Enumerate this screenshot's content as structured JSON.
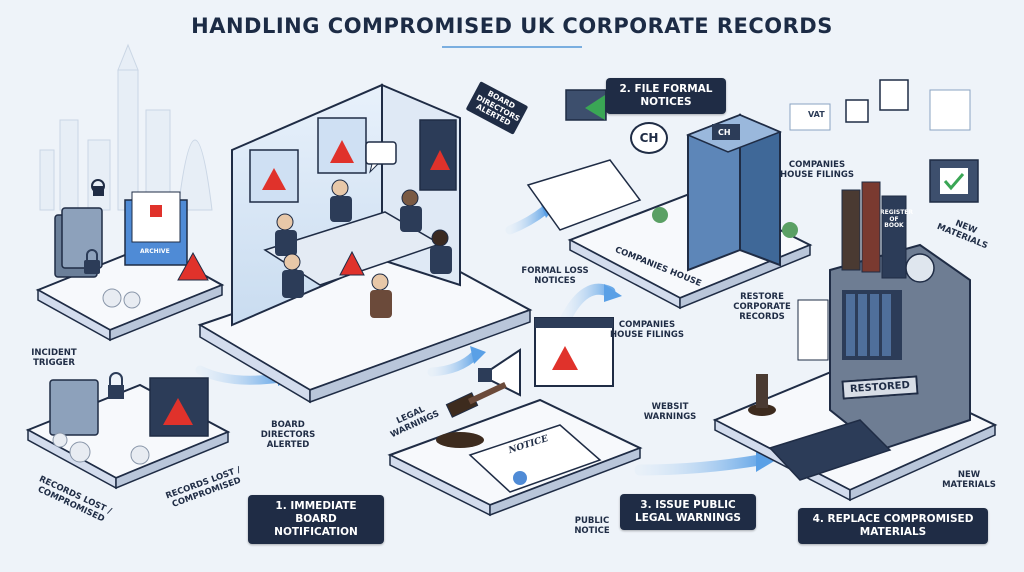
{
  "title": "HANDLING COMPROMISED UK CORPORATE RECORDS",
  "steps": {
    "step1": "1. IMMEDIATE BOARD NOTIFICATION",
    "step2": "2. FILE FORMAL NOTICES",
    "step3": "3. ISSUE PUBLIC LEGAL WARNINGS",
    "step4": "4. REPLACE COMPROMISED MATERIALS"
  },
  "labels": {
    "incident_trigger": "INCIDENT TRIGGER",
    "records_lost_left": "RECORDS LOST / COMPROMISED",
    "records_lost_mid": "RECORDS LOST / COMPROMISED",
    "board_directors_alerted_tag": "BOARD DIRECTORS ALERTED",
    "board_directors_alerted": "BOARD DIRECTORS ALERTED",
    "legal_warnings": "LEGAL WARNINGS",
    "formal_loss_notices": "FORMAL LOSS NOTICES",
    "companies_house_platform": "COMPANIES HOUSE",
    "companies_house_filings_top": "COMPANIES HOUSE FILINGS",
    "companies_house_filings_mid": "COMPANIES HOUSE FILINGS",
    "restore_corporate_records": "RESTORE CORPORATE RECORDS",
    "new_materials_top": "NEW MATERIALS",
    "new_materials_bottom": "NEW MATERIALS",
    "website_warnings": "WEBSIT WARNINGS",
    "public_notice": "PUBLIC NOTICE",
    "vat": "VAT",
    "ch": "CH",
    "restored": "RESTORED",
    "notice": "NOTICE",
    "archive": "ARCHIVE",
    "register_of_book": "REGISTER OF BOOK"
  },
  "colors": {
    "navy": "#1f2c45",
    "accent_blue": "#7aaee0",
    "warning_red": "#e0322b",
    "platform": "#f7f9fc",
    "green_check": "#3aa655"
  }
}
